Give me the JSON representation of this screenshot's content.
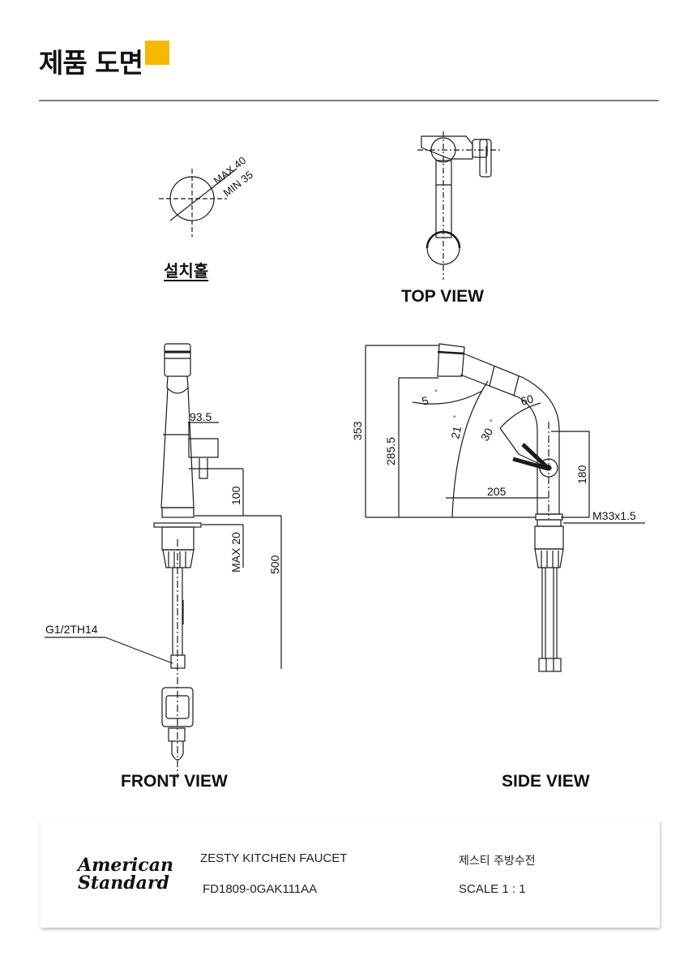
{
  "header": {
    "title": "제품 도면",
    "accent_color": "#f5b800"
  },
  "install_hole": {
    "label": "설치홀",
    "max_text": "MAX 40",
    "min_text": "MIN 35"
  },
  "views": {
    "top": "TOP VIEW",
    "front": "FRONT VIEW",
    "side": "SIDE VIEW"
  },
  "front_dims": {
    "width": "93.5",
    "height": "100",
    "max_deck": "MAX 20",
    "total": "500",
    "thread": "G1/2TH14"
  },
  "side_dims": {
    "height_total": "353",
    "height_spout": "285.5",
    "angle_5": "5",
    "angle_21": "21",
    "angle_30": "30",
    "angle_60": "60",
    "reach": "205",
    "handle_height": "180",
    "mount_thread": "M33x1.5",
    "degree_symbol": "°"
  },
  "footer": {
    "brand_line1": "American",
    "brand_line2": "Standard",
    "product_name_en": "ZESTY KITCHEN FAUCET",
    "product_name_kr": "제스티 주방수전",
    "model_code": "FD1809-0GAK111AA",
    "scale": "SCALE  1 : 1"
  }
}
